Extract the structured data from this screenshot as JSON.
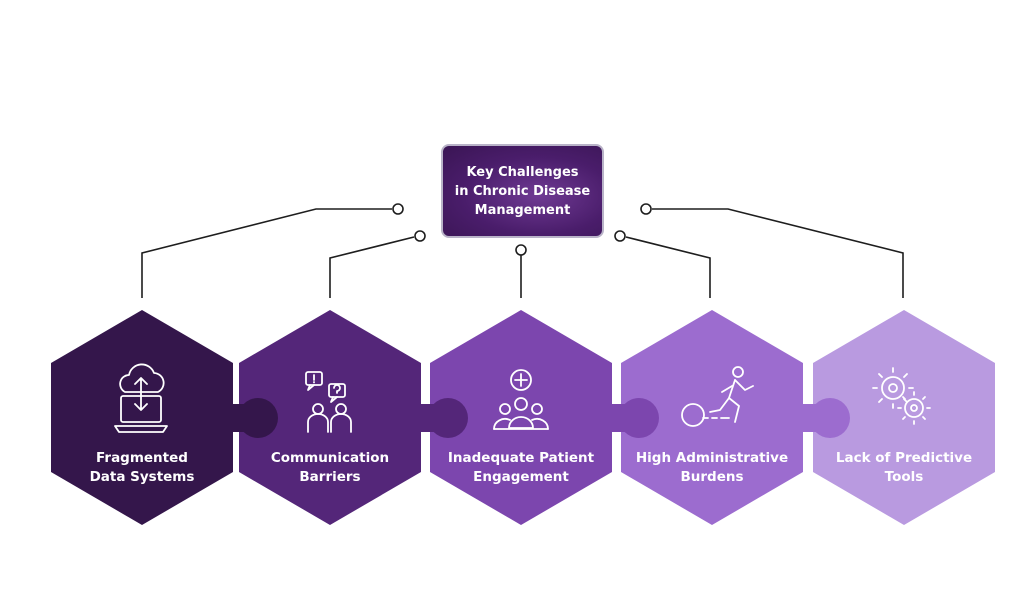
{
  "title": {
    "line1": "Key Challenges",
    "line2": "in Chronic Disease",
    "line3": "Management"
  },
  "challenges": [
    {
      "line1": "Fragmented",
      "line2": "Data Systems",
      "color": "#34164b",
      "icon": "cloud-laptop-icon"
    },
    {
      "line1": "Communication",
      "line2": "Barriers",
      "color": "#542679",
      "icon": "people-chat-icon"
    },
    {
      "line1": "Inadequate Patient",
      "line2": "Engagement",
      "color": "#7c46ae",
      "icon": "patients-medical-icon"
    },
    {
      "line1": "High Administrative",
      "line2": "Burdens",
      "color": "#9c6ccf",
      "icon": "ball-and-chain-runner-icon"
    },
    {
      "line1": "Lack of Predictive",
      "line2": "Tools",
      "color": "#b99ae0",
      "icon": "gears-icon"
    }
  ],
  "colors": {
    "connector": "#1e1e1e",
    "title_border": "#b9b3c8"
  }
}
